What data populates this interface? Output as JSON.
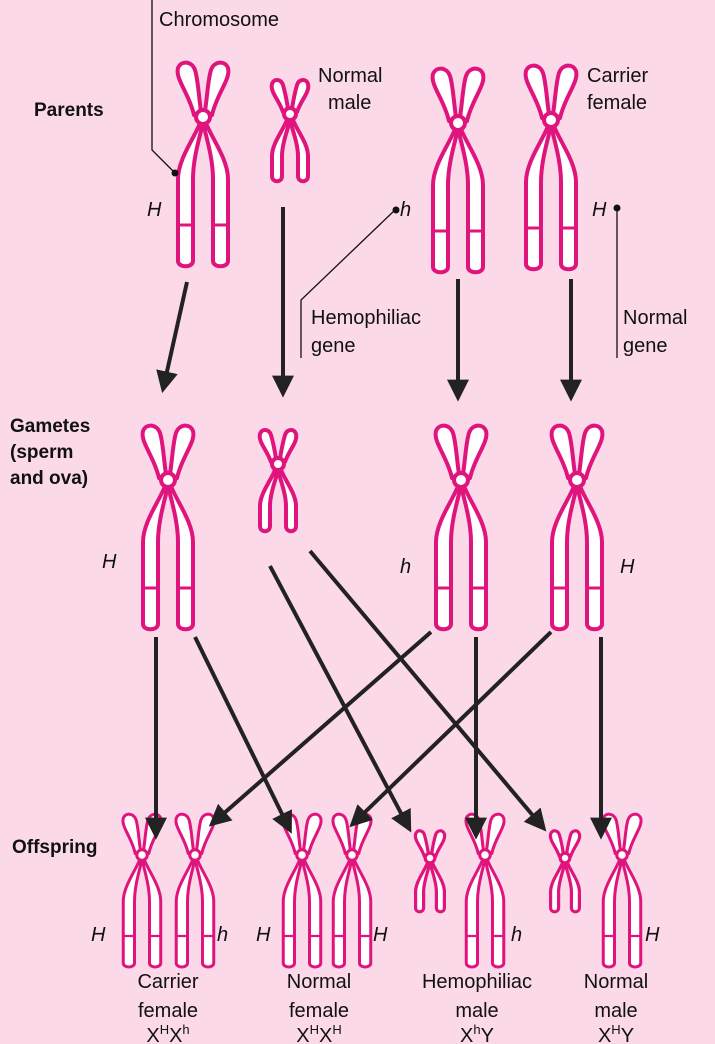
{
  "rows": {
    "parents": "Parents",
    "gametes": [
      "Gametes",
      "(sperm",
      "and ova)"
    ],
    "offspring": "Offspring"
  },
  "callouts": {
    "chromosome": "Chromosome",
    "normal_male": [
      "Normal",
      "male"
    ],
    "carrier_female": [
      "Carrier",
      "female"
    ],
    "hemophiliac_gene": [
      "Hemophiliac",
      "gene"
    ],
    "normal_gene": [
      "Normal",
      "gene"
    ]
  },
  "genes": {
    "parent_female_x1": "H",
    "parent_female_x2": "h",
    "parent_female_x3": "H",
    "gamete_1": "H",
    "gamete_3": "h",
    "gamete_4": "H",
    "offspring": [
      "H",
      "h",
      "H",
      "H",
      "h",
      "H"
    ]
  },
  "offspring": [
    {
      "line1": "Carrier",
      "line2": "female",
      "genotype": {
        "base1": "X",
        "sup1": "H",
        "base2": "X",
        "sup2": "h"
      }
    },
    {
      "line1": "Normal",
      "line2": "female",
      "genotype": {
        "base1": "X",
        "sup1": "H",
        "base2": "X",
        "sup2": "H"
      }
    },
    {
      "line1": "Hemophiliac",
      "line2": "male",
      "genotype": {
        "base1": "X",
        "sup1": "h",
        "base2": "Y",
        "sup2": ""
      }
    },
    {
      "line1": "Normal",
      "line2": "male",
      "genotype": {
        "base1": "X",
        "sup1": "H",
        "base2": "Y",
        "sup2": ""
      }
    }
  ],
  "colors": {
    "background": "#fbd9e8",
    "chromosome": "#e0147d",
    "arrow": "#222222",
    "text": "#111111"
  }
}
